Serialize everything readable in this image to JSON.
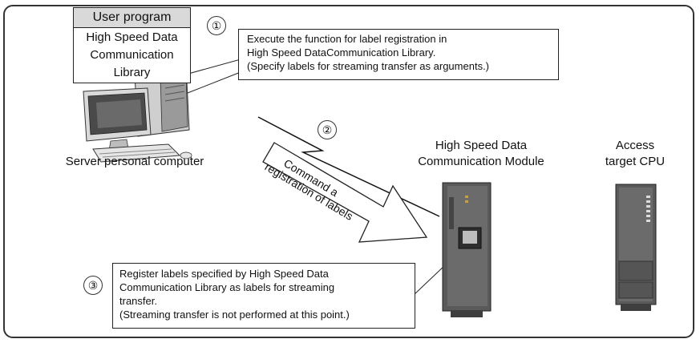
{
  "user_program": {
    "heading": "User program",
    "library_lines": [
      "High Speed Data",
      "Communication",
      "Library"
    ]
  },
  "steps": [
    {
      "number": "①",
      "lines": [
        "Execute the function for label registration in",
        "High Speed DataCommunication Library.",
        "(Specify labels for streaming transfer as arguments.)"
      ]
    },
    {
      "number": "②",
      "arrow_lines": [
        "Command a",
        "registration of labels"
      ]
    },
    {
      "number": "③",
      "lines": [
        "Register labels specified by High Speed Data",
        "Communication Library as labels for streaming",
        "transfer.",
        "(Streaming transfer is not performed at this point.)"
      ]
    }
  ],
  "labels": {
    "server": "Server personal computer",
    "module_lines": [
      "High Speed Data",
      "Communication Module"
    ],
    "cpu_lines": [
      "Access",
      "target CPU"
    ]
  },
  "colors": {
    "border": "#333333",
    "module_body": "#5a5a5a",
    "module_front": "#6b6b6b",
    "header_fill": "#d9d9d9"
  }
}
